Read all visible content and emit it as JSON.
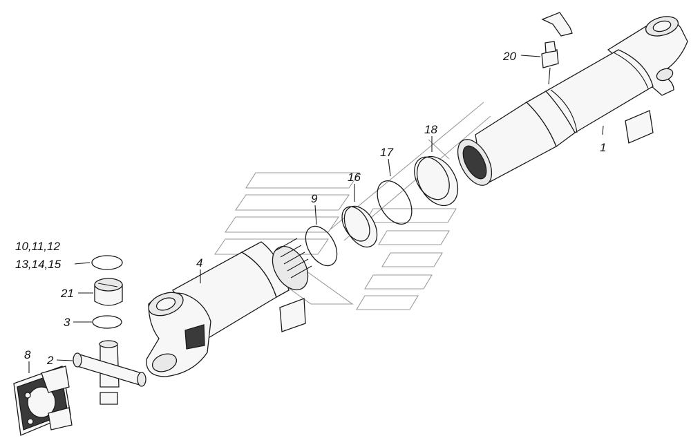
{
  "colors": {
    "ink": "#1a1a1a",
    "watermark": "#9a9a9a",
    "background": "#ffffff"
  },
  "callouts": {
    "c1": "1",
    "c2": "2",
    "c3": "3",
    "c4": "4",
    "c8": "8",
    "c9": "9",
    "c16": "16",
    "c17": "17",
    "c18": "18",
    "c20": "20",
    "c21": "21",
    "c10_12": "10,11,12",
    "c13_15": "13,14,15"
  }
}
